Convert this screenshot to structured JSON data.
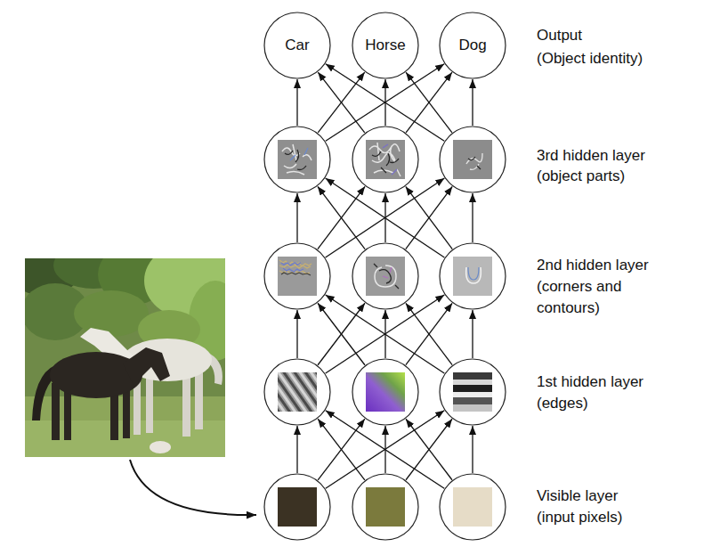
{
  "diagram": {
    "nodes": [
      {
        "text": [
          "Car"
        ]
      },
      {
        "text": [
          "Horse"
        ]
      },
      {
        "text": [
          "Dog"
        ]
      },
      {
        "text": []
      },
      {
        "text": []
      },
      {
        "text": []
      },
      {
        "text": []
      },
      {
        "text": []
      },
      {
        "text": []
      },
      {
        "text": []
      },
      {
        "text": []
      },
      {
        "text": []
      },
      {
        "text": []
      },
      {
        "text": []
      },
      {
        "text": []
      }
    ],
    "edges": [
      {
        "from": 12,
        "to": 9,
        "arrow": "to"
      },
      {
        "from": 12,
        "to": 10,
        "arrow": "to"
      },
      {
        "from": 12,
        "to": 11,
        "arrow": "to"
      },
      {
        "from": 13,
        "to": 9,
        "arrow": "to"
      },
      {
        "from": 13,
        "to": 10,
        "arrow": "to"
      },
      {
        "from": 13,
        "to": 11,
        "arrow": "to"
      },
      {
        "from": 14,
        "to": 9,
        "arrow": "to"
      },
      {
        "from": 14,
        "to": 10,
        "arrow": "to"
      },
      {
        "from": 14,
        "to": 11,
        "arrow": "to"
      },
      {
        "from": 9,
        "to": 6,
        "arrow": "to"
      },
      {
        "from": 9,
        "to": 7,
        "arrow": "to"
      },
      {
        "from": 9,
        "to": 8,
        "arrow": "to"
      },
      {
        "from": 10,
        "to": 6,
        "arrow": "to"
      },
      {
        "from": 10,
        "to": 7,
        "arrow": "to"
      },
      {
        "from": 10,
        "to": 8,
        "arrow": "to"
      },
      {
        "from": 11,
        "to": 6,
        "arrow": "to"
      },
      {
        "from": 11,
        "to": 7,
        "arrow": "to"
      },
      {
        "from": 11,
        "to": 8,
        "arrow": "to"
      },
      {
        "from": 6,
        "to": 3,
        "arrow": "to"
      },
      {
        "from": 6,
        "to": 4,
        "arrow": "to"
      },
      {
        "from": 6,
        "to": 5,
        "arrow": "to"
      },
      {
        "from": 7,
        "to": 3,
        "arrow": "to"
      },
      {
        "from": 7,
        "to": 4,
        "arrow": "to"
      },
      {
        "from": 7,
        "to": 5,
        "arrow": "to"
      },
      {
        "from": 8,
        "to": 3,
        "arrow": "to"
      },
      {
        "from": 8,
        "to": 4,
        "arrow": "to"
      },
      {
        "from": 8,
        "to": 5,
        "arrow": "to"
      },
      {
        "from": 3,
        "to": 0,
        "arrow": "to"
      },
      {
        "from": 3,
        "to": 1,
        "arrow": "to"
      },
      {
        "from": 3,
        "to": 2,
        "arrow": "to"
      },
      {
        "from": 4,
        "to": 0,
        "arrow": "to"
      },
      {
        "from": 4,
        "to": 1,
        "arrow": "to"
      },
      {
        "from": 4,
        "to": 2,
        "arrow": "to"
      },
      {
        "from": 5,
        "to": 0,
        "arrow": "to"
      },
      {
        "from": 5,
        "to": 1,
        "arrow": "to"
      },
      {
        "from": 5,
        "to": 2,
        "arrow": "to"
      }
    ],
    "labels": [
      "Output",
      "(Object identity)",
      "3rd hidden layer",
      "(object parts)",
      "2nd hidden layer",
      "(corners and contours)",
      "1st hidden layer",
      "(edges)",
      "Visible layer",
      "(input pixels)"
    ]
  }
}
